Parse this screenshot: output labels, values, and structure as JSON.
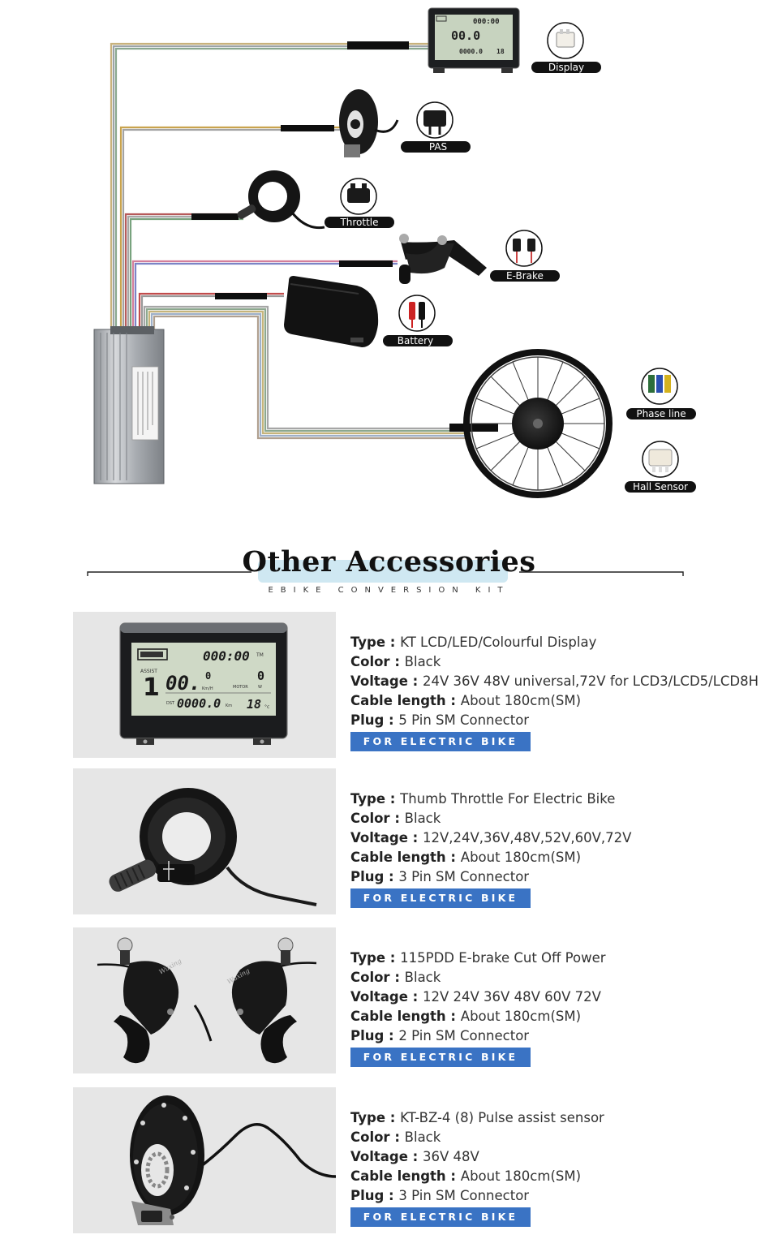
{
  "diagram": {
    "labels": {
      "display": "Display",
      "pas": "PAS",
      "throttle": "Throttle",
      "ebrake": "E-Brake",
      "battery": "Battery",
      "phase_line": "Phase line",
      "hall_sensor": "Hall Sensor"
    },
    "lcd": {
      "clock": "000:00",
      "speed": "00.0",
      "distance": "0000.0",
      "temp": "18"
    }
  },
  "section": {
    "title": "Other Accessories",
    "subtitle": "EBIKE CONVERSION KIT"
  },
  "products": [
    {
      "lcd": {
        "clock": "000:00",
        "speed": "00.",
        "speed_dec": "0",
        "speed_unit": "Km/H",
        "assist": "ASSIST",
        "motor": "MOTOR",
        "motor_val": "0",
        "motor_unit": "W",
        "dst": "DST",
        "distance": "0000.0",
        "dist_unit": "Km",
        "temp": "18",
        "temp_unit": "°c",
        "tm": "TM"
      },
      "specs": [
        {
          "k": "Type",
          "v": "KT LCD/LED/Colourful Display"
        },
        {
          "k": "Color",
          "v": "Black"
        },
        {
          "k": "Voltage",
          "v": "24V 36V 48V universal,72V for LCD3/LCD5/LCD8H"
        },
        {
          "k": "Cable length",
          "v": "About 180cm(SM)"
        },
        {
          "k": "Plug",
          "v": "5 Pin SM Connector"
        }
      ],
      "badge": "FOR ELECTRIC BIKE"
    },
    {
      "specs": [
        {
          "k": "Type",
          "v": "Thumb Throttle For Electric Bike"
        },
        {
          "k": "Color",
          "v": "Black"
        },
        {
          "k": "Voltage",
          "v": "12V,24V,36V,48V,52V,60V,72V"
        },
        {
          "k": "Cable length",
          "v": "About 180cm(SM)"
        },
        {
          "k": "Plug",
          "v": "3 Pin SM Connector"
        }
      ],
      "badge": "FOR ELECTRIC BIKE"
    },
    {
      "brand": "Wuxing",
      "specs": [
        {
          "k": "Type",
          "v": "115PDD E-brake Cut Off Power"
        },
        {
          "k": "Color",
          "v": "Black"
        },
        {
          "k": "Voltage",
          "v": "12V 24V 36V 48V 60V 72V"
        },
        {
          "k": "Cable length",
          "v": "About 180cm(SM)"
        },
        {
          "k": "Plug",
          "v": "2 Pin SM Connector"
        }
      ],
      "badge": "FOR ELECTRIC BIKE"
    },
    {
      "specs": [
        {
          "k": "Type",
          "v": "KT-BZ-4 (8) Pulse assist sensor"
        },
        {
          "k": "Color",
          "v": "Black"
        },
        {
          "k": "Voltage",
          "v": "36V 48V"
        },
        {
          "k": "Cable length",
          "v": "About 180cm(SM)"
        },
        {
          "k": "Plug",
          "v": "3 Pin SM Connector"
        }
      ],
      "badge": "FOR ELECTRIC BIKE"
    }
  ],
  "colors": {
    "badge_blue": "#3a73c4",
    "photo_bg": "#e6e6e6",
    "label_pill": "#111111",
    "highlight": "#cfe8f2"
  }
}
